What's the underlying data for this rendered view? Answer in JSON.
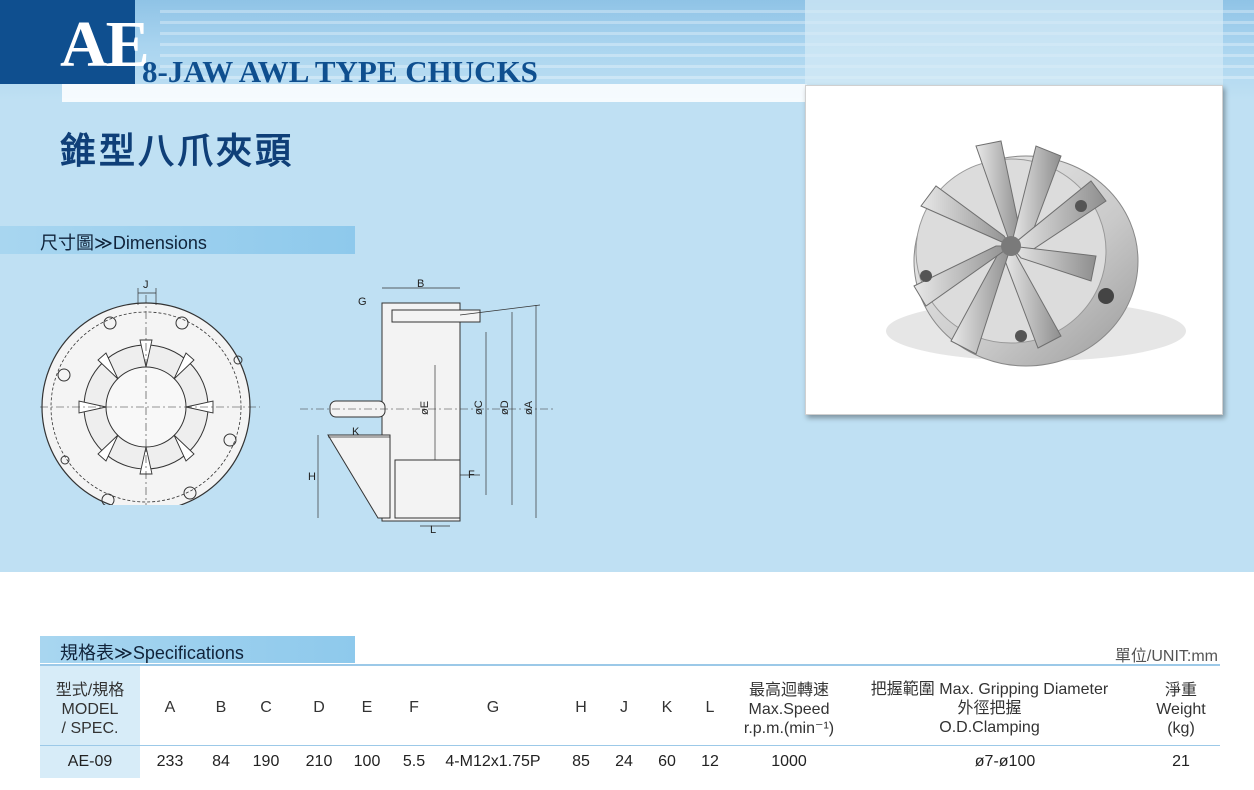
{
  "header": {
    "model_code": "AE",
    "title_en": "8-JAW AWL TYPE CHUCKS",
    "title_zh": "錐型八爪夾頭"
  },
  "sections": {
    "dimensions": "尺寸圖≫Dimensions",
    "specifications": "規格表≫Specifications"
  },
  "drawing_labels": {
    "J": "J",
    "B": "B",
    "G": "G",
    "E": "øE",
    "C": "øC",
    "D": "øD",
    "A": "øA",
    "K": "K",
    "H": "H",
    "F": "F",
    "L": "L"
  },
  "spec_table": {
    "unit": "單位/UNIT:mm",
    "headers": {
      "model_zh": "型式/規格",
      "model_en": "MODEL",
      "spec_en": "/ SPEC.",
      "A": "A",
      "B": "B",
      "C": "C",
      "D": "D",
      "E": "E",
      "F": "F",
      "G": "G",
      "H": "H",
      "J": "J",
      "K": "K",
      "L": "L",
      "speed_zh": "最高迴轉速",
      "speed_en": "Max.Speed",
      "speed_unit": "r.p.m.(min⁻¹)",
      "grip_line1": "把握範圍 Max. Gripping Diameter",
      "grip_zh": "外徑把握",
      "grip_en": "O.D.Clamping",
      "weight_zh": "淨重",
      "weight_en": "Weight",
      "weight_unit": "(kg)"
    },
    "row": {
      "model": "AE-09",
      "A": "233",
      "B": "84",
      "C": "190",
      "D": "210",
      "E": "100",
      "F": "5.5",
      "G": "4-M12x1.75P",
      "H": "85",
      "J": "24",
      "K": "60",
      "L": "12",
      "speed": "1000",
      "grip": "ø7-ø100",
      "weight": "21"
    }
  }
}
